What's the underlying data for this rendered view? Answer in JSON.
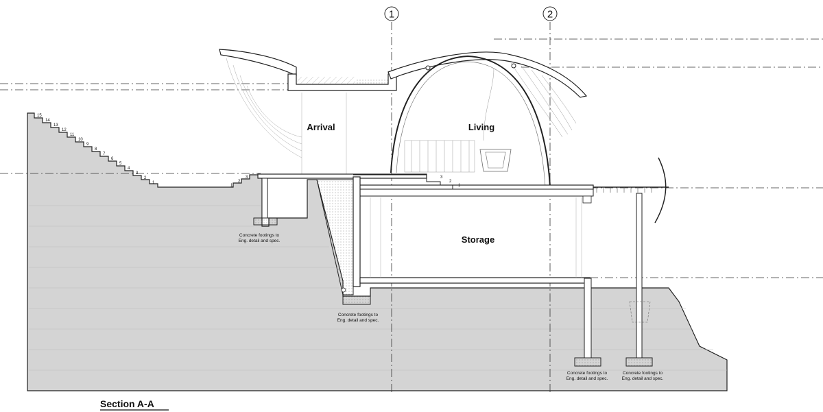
{
  "drawing": {
    "title": "Section A-A",
    "grid_markers": [
      "1",
      "2"
    ],
    "rooms": {
      "arrival": "Arrival",
      "living": "Living",
      "storage": "Storage"
    },
    "footing_notes": [
      {
        "line1": "Concrete footings to",
        "line2": "Eng. detail and spec."
      },
      {
        "line1": "Concrete footings to",
        "line2": "Eng. detail and spec."
      },
      {
        "line1": "Concrete footings to",
        "line2": "Eng. detail and spec."
      },
      {
        "line1": "Concrete footings to",
        "line2": "Eng. detail and spec."
      }
    ],
    "stair_numbers": [
      "15",
      "14",
      "13",
      "12",
      "11",
      "10",
      "9",
      "8",
      "7",
      "6",
      "5",
      "4",
      "3",
      "2",
      "1"
    ],
    "entry_steps": [
      "1",
      "2",
      "3"
    ],
    "living_steps": [
      "1",
      "2",
      "3"
    ]
  },
  "colors": {
    "ground": "#cfcfcf",
    "line": "#222222",
    "dashdot": "#333333"
  }
}
